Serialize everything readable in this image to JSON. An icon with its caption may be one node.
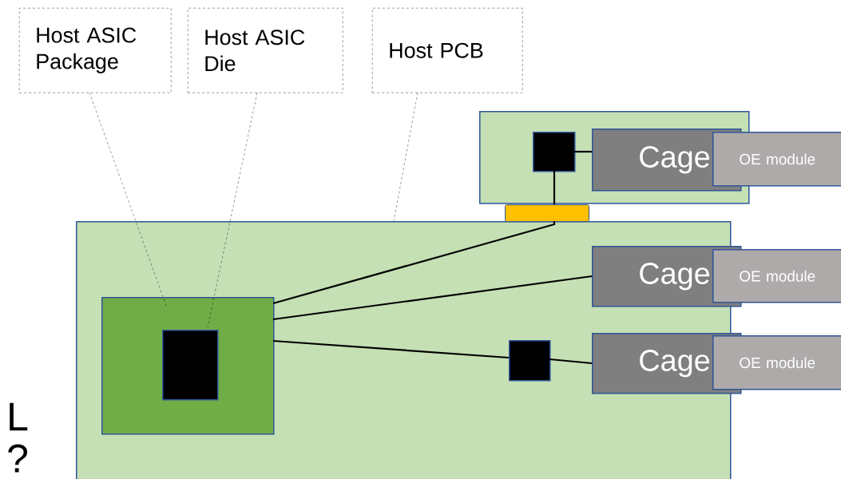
{
  "diagram": {
    "nodes": [
      {
        "text": [
          "Host ASIC Package"
        ]
      },
      {
        "text": [
          "Host ASIC Die"
        ]
      },
      {
        "text": [
          "Host PCB"
        ]
      },
      {
        "text": [],
        "shape": "box"
      },
      {
        "text": [],
        "shape": "box",
        "in": 3
      },
      {
        "text": [
          "Cage"
        ],
        "in": 3
      },
      {
        "text": [
          "OE module"
        ]
      },
      {
        "text": [],
        "shape": "bar"
      },
      {
        "text": [],
        "shape": "box"
      },
      {
        "text": [],
        "shape": "box",
        "in": 8
      },
      {
        "text": [],
        "shape": "box",
        "in": 9
      },
      {
        "text": [
          "Cage"
        ],
        "in": 8
      },
      {
        "text": [
          "OE module"
        ]
      },
      {
        "text": [],
        "shape": "box",
        "in": 8
      },
      {
        "text": [
          "Cage"
        ],
        "in": 8
      },
      {
        "text": [
          "OE module"
        ]
      }
    ],
    "edges": [
      {
        "from": 0,
        "to": 9,
        "arrow": "none",
        "style": "dashed"
      },
      {
        "from": 1,
        "to": 10,
        "arrow": "none",
        "style": "dashed"
      },
      {
        "from": 2,
        "to": 8,
        "arrow": "none",
        "style": "dashed"
      },
      {
        "from": 4,
        "to": 5,
        "arrow": "none"
      },
      {
        "from": 4,
        "to": 7,
        "arrow": "none"
      },
      {
        "from": 7,
        "to": 9,
        "arrow": "none"
      },
      {
        "from": 9,
        "to": 11,
        "arrow": "none"
      },
      {
        "from": 9,
        "to": 13,
        "arrow": "none"
      },
      {
        "from": 13,
        "to": 14,
        "arrow": "none"
      }
    ],
    "labels": [
      "L",
      "?"
    ]
  }
}
